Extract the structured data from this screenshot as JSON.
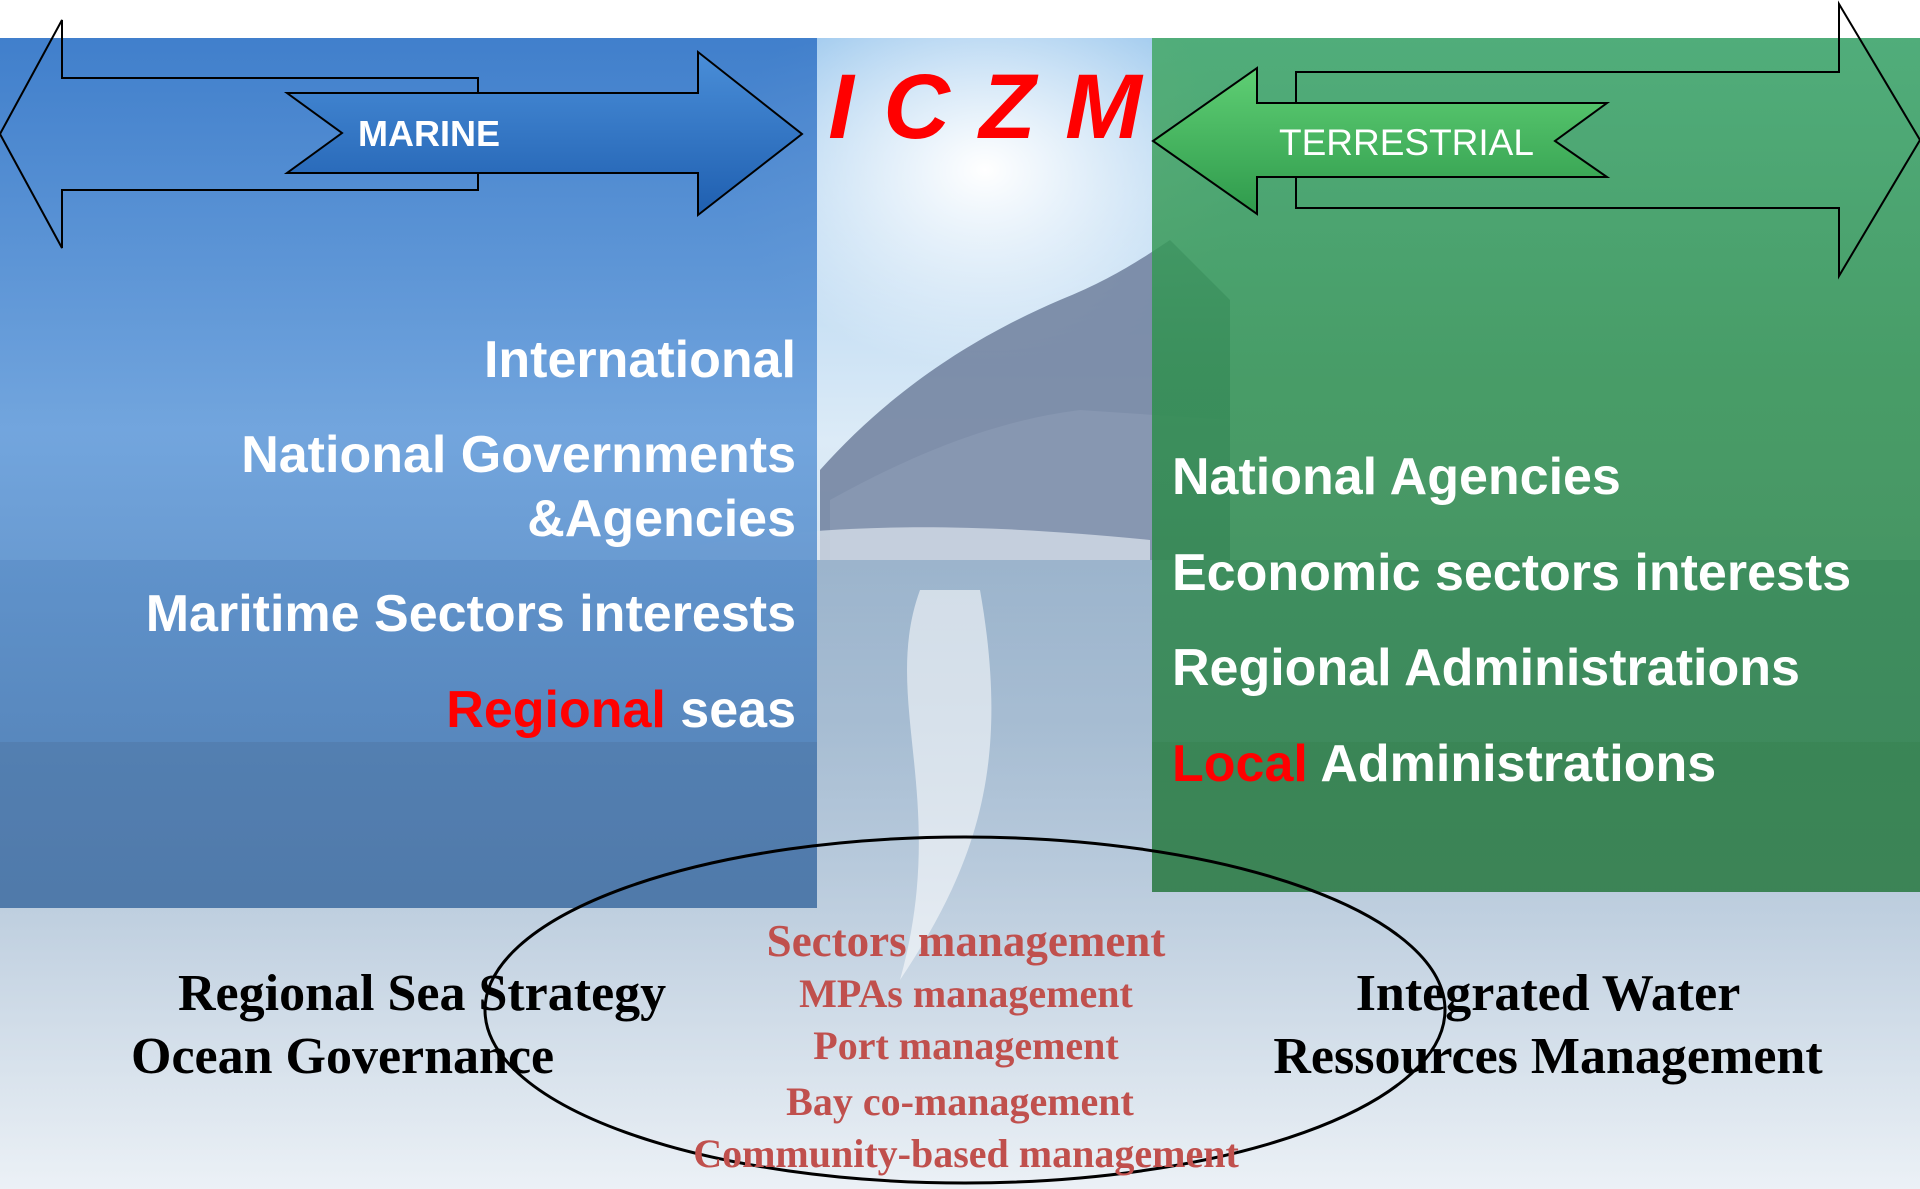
{
  "title": "I C Z M",
  "marine": {
    "arrow_label": "MARINE",
    "stakeholders": {
      "international": "International",
      "national_1": "National Governments",
      "national_2": "&Agencies",
      "maritime": "Maritime Sectors interests",
      "regional_red": "Regional",
      "regional_rest": " seas"
    },
    "strategy_1": "Regional Sea Strategy",
    "strategy_2": "Ocean Governance"
  },
  "terrestrial": {
    "arrow_label": "TERRESTRIAL",
    "stakeholders": {
      "national": "National Agencies",
      "economic": "Economic sectors interests",
      "regional": "Regional Administrations",
      "local_red": "Local",
      "local_rest": " Administrations"
    },
    "strategy_1": "Integrated Water",
    "strategy_2": "Ressources Management"
  },
  "management": {
    "sectors": "Sectors management",
    "mpas": "MPAs management",
    "port": "Port management",
    "bay": "Bay co-management",
    "community": "Community-based management"
  },
  "colors": {
    "title_red": "#ff0000",
    "marine_blue": "#3a7fd0",
    "terrestrial_green": "#3aa35a",
    "management_text": "#c0504d"
  }
}
